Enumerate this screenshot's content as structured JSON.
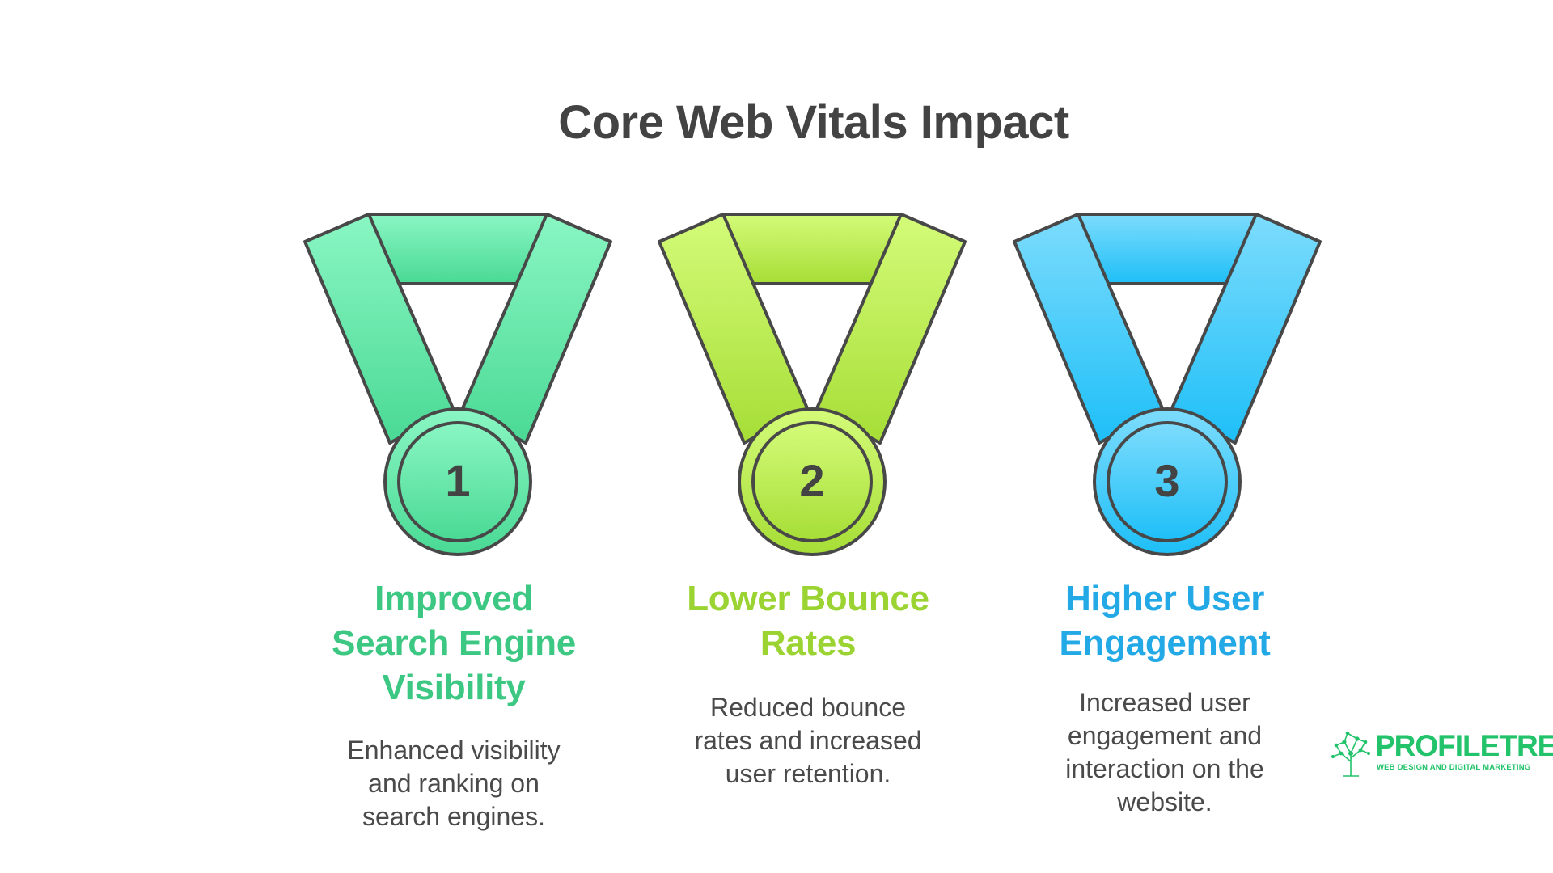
{
  "title": "Core Web Vitals Impact",
  "colors": {
    "title": "#434343",
    "outline": "#484848",
    "text": "#4a4a4a"
  },
  "medals": [
    {
      "number": "1",
      "heading_lines": [
        "Improved",
        "Search Engine",
        "Visibility"
      ],
      "description_lines": [
        "Enhanced visibility",
        "and ranking on",
        "search engines."
      ],
      "color_light": "#8af6c3",
      "color_dark": "#4ad995",
      "heading_color": "#3cc882"
    },
    {
      "number": "2",
      "heading_lines": [
        "Lower Bounce",
        "Rates"
      ],
      "description_lines": [
        "Reduced bounce",
        "rates and increased",
        "user retention."
      ],
      "color_light": "#d4fb79",
      "color_dark": "#a6de36",
      "heading_color": "#9bd432"
    },
    {
      "number": "3",
      "heading_lines": [
        "Higher User",
        "Engagement"
      ],
      "description_lines": [
        "Increased user",
        "engagement and",
        "interaction on the",
        "website."
      ],
      "color_light": "#7ddcfc",
      "color_dark": "#1ebff8",
      "heading_color": "#23a9e6"
    }
  ],
  "logo": {
    "name": "PROFILETREE",
    "tagline": "WEB DESIGN AND DIGITAL MARKETING",
    "color": "#22c36a",
    "icon": "tree-network-icon"
  }
}
